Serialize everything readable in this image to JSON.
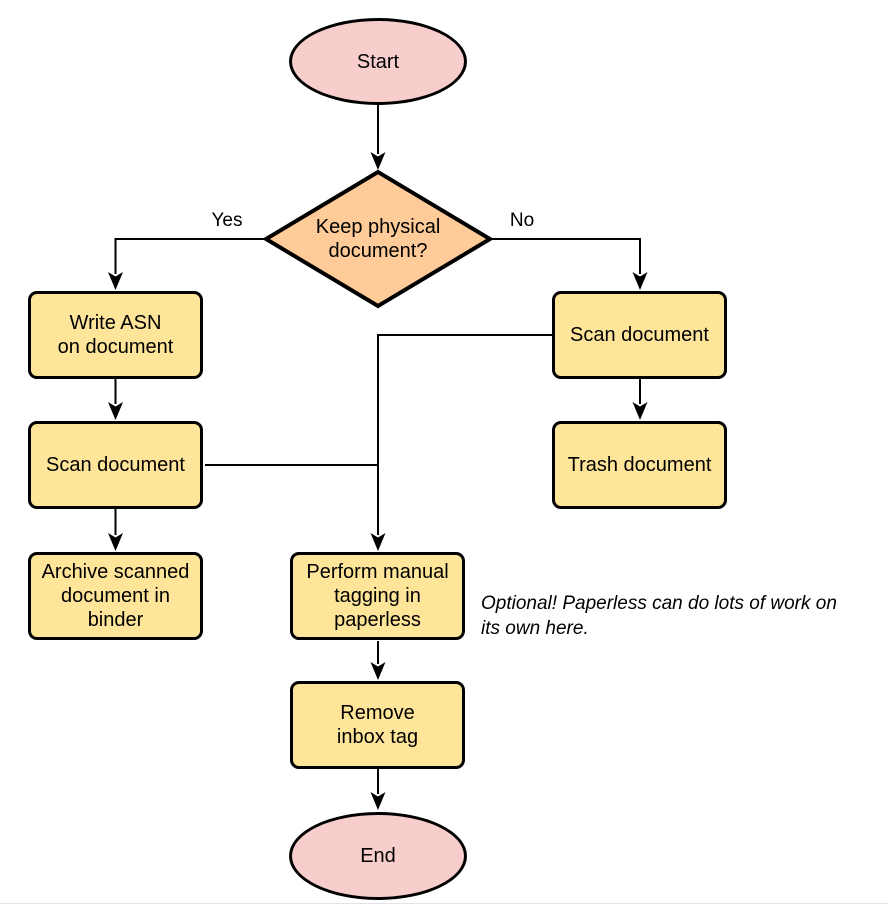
{
  "colors": {
    "terminal_fill": "#f8cecc",
    "decision_fill": "#ffcc99",
    "process_fill": "#ffe599",
    "stroke": "#000000",
    "text": "#000000"
  },
  "nodes": {
    "start": {
      "label": "Start",
      "shape": "terminal"
    },
    "decision": {
      "label": "Keep physical\ndocument?",
      "shape": "decision"
    },
    "write_asn": {
      "label": "Write ASN\non document",
      "shape": "process"
    },
    "scan_left": {
      "label": "Scan document",
      "shape": "process"
    },
    "archive": {
      "label": "Archive scanned\ndocument in\nbinder",
      "shape": "process"
    },
    "scan_right": {
      "label": "Scan document",
      "shape": "process"
    },
    "trash": {
      "label": "Trash document",
      "shape": "process"
    },
    "tagging": {
      "label": "Perform manual\ntagging in\npaperless",
      "shape": "process"
    },
    "remove_inbox": {
      "label": "Remove\ninbox tag",
      "shape": "process"
    },
    "end": {
      "label": "End",
      "shape": "terminal"
    }
  },
  "edge_labels": {
    "yes": "Yes",
    "no": "No"
  },
  "annotation": "Optional! Paperless can do lots of work on\nits own here."
}
